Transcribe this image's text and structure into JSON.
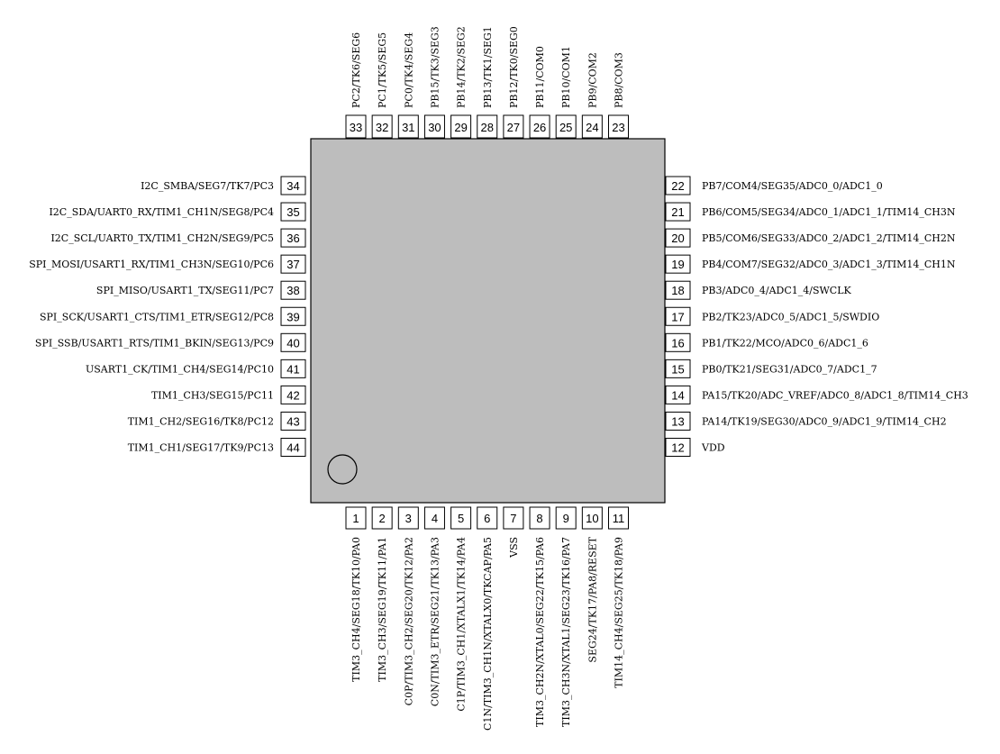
{
  "chip": {
    "body_color": "#bdbdbd",
    "pin1_marker": "circle"
  },
  "left_pins": [
    {
      "num": "34",
      "label": "I2C_SMBA/SEG7/TK7/PC3"
    },
    {
      "num": "35",
      "label": "I2C_SDA/UART0_RX/TIM1_CH1N/SEG8/PC4"
    },
    {
      "num": "36",
      "label": "I2C_SCL/UART0_TX/TIM1_CH2N/SEG9/PC5"
    },
    {
      "num": "37",
      "label": "SPI_MOSI/USART1_RX/TIM1_CH3N/SEG10/PC6"
    },
    {
      "num": "38",
      "label": "SPI_MISO/USART1_TX/SEG11/PC7"
    },
    {
      "num": "39",
      "label": "SPI_SCK/USART1_CTS/TIM1_ETR/SEG12/PC8"
    },
    {
      "num": "40",
      "label": "SPI_SSB/USART1_RTS/TIM1_BKIN/SEG13/PC9"
    },
    {
      "num": "41",
      "label": "USART1_CK/TIM1_CH4/SEG14/PC10"
    },
    {
      "num": "42",
      "label": "TIM1_CH3/SEG15/PC11"
    },
    {
      "num": "43",
      "label": "TIM1_CH2/SEG16/TK8/PC12"
    },
    {
      "num": "44",
      "label": "TIM1_CH1/SEG17/TK9/PC13"
    }
  ],
  "right_pins": [
    {
      "num": "22",
      "label": "PB7/COM4/SEG35/ADC0_0/ADC1_0"
    },
    {
      "num": "21",
      "label": "PB6/COM5/SEG34/ADC0_1/ADC1_1/TIM14_CH3N"
    },
    {
      "num": "20",
      "label": "PB5/COM6/SEG33/ADC0_2/ADC1_2/TIM14_CH2N"
    },
    {
      "num": "19",
      "label": "PB4/COM7/SEG32/ADC0_3/ADC1_3/TIM14_CH1N"
    },
    {
      "num": "18",
      "label": "PB3/ADC0_4/ADC1_4/SWCLK"
    },
    {
      "num": "17",
      "label": "PB2/TK23/ADC0_5/ADC1_5/SWDIO"
    },
    {
      "num": "16",
      "label": "PB1/TK22/MCO/ADC0_6/ADC1_6"
    },
    {
      "num": "15",
      "label": "PB0/TK21/SEG31/ADC0_7/ADC1_7"
    },
    {
      "num": "14",
      "label": "PA15/TK20/ADC_VREF/ADC0_8/ADC1_8/TIM14_CH3"
    },
    {
      "num": "13",
      "label": "PA14/TK19/SEG30/ADC0_9/ADC1_9/TIM14_CH2"
    },
    {
      "num": "12",
      "label": "VDD"
    }
  ],
  "top_pins": [
    {
      "num": "33",
      "label": "PC2/TK6/SEG6"
    },
    {
      "num": "32",
      "label": "PC1/TK5/SEG5"
    },
    {
      "num": "31",
      "label": "PC0/TK4/SEG4"
    },
    {
      "num": "30",
      "label": "PB15/TK3/SEG3"
    },
    {
      "num": "29",
      "label": "PB14/TK2/SEG2"
    },
    {
      "num": "28",
      "label": "PB13/TK1/SEG1"
    },
    {
      "num": "27",
      "label": "PB12/TK0/SEG0"
    },
    {
      "num": "26",
      "label": "PB11/COM0"
    },
    {
      "num": "25",
      "label": "PB10/COM1"
    },
    {
      "num": "24",
      "label": "PB9/COM2"
    },
    {
      "num": "23",
      "label": "PB8/COM3"
    }
  ],
  "bottom_pins": [
    {
      "num": "1",
      "label": "TIM3_CH4/SEG18/TK10/PA0"
    },
    {
      "num": "2",
      "label": "TIM3_CH3/SEG19/TK11/PA1"
    },
    {
      "num": "3",
      "label": "C0P/TIM3_CH2/SEG20/TK12/PA2"
    },
    {
      "num": "4",
      "label": "C0N/TIM3_ETR/SEG21/TK13/PA3"
    },
    {
      "num": "5",
      "label": "C1P/TIM3_CH1/XTALX1/TK14/PA4"
    },
    {
      "num": "6",
      "label": "C1N/TIM3_CH1N/XTALX0/TKCAP/PA5"
    },
    {
      "num": "7",
      "label": "VSS"
    },
    {
      "num": "8",
      "label": "TIM3_CH2N/XTAL0/SEG22/TK15/PA6"
    },
    {
      "num": "9",
      "label": "TIM3_CH3N/XTAL1/SEG23/TK16/PA7"
    },
    {
      "num": "10",
      "label": "SEG24/TK17/PA8/RESET"
    },
    {
      "num": "11",
      "label": "TIM14_CH4/SEG25/TK18/PA9"
    }
  ]
}
